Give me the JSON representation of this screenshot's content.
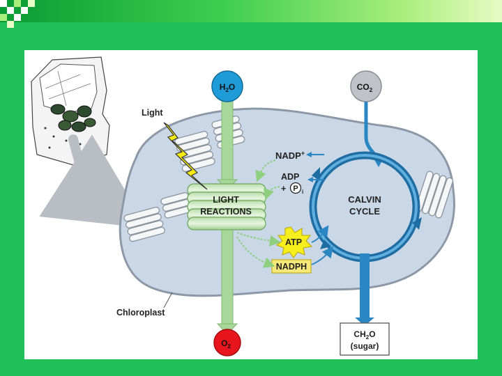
{
  "labels": {
    "light": "Light",
    "h2o_main": "H",
    "h2o_sub": "2",
    "h2o_tail": "O",
    "co2_main": "CO",
    "co2_sub": "2",
    "nadp": "NADP",
    "nadp_sup": "+",
    "adp": "ADP",
    "plus": "+",
    "p": "P",
    "p_sub": "i",
    "light_reactions_1": "LIGHT",
    "light_reactions_2": "REACTIONS",
    "calvin_1": "CALVIN",
    "calvin_2": "CYCLE",
    "atp": "ATP",
    "nadph": "NADPH",
    "chloroplast": "Chloroplast",
    "o2_main": "O",
    "o2_sub": "2",
    "ch2o_main": "CH",
    "ch2o_sub": "2",
    "ch2o_tail": "O",
    "sugar": "(sugar)"
  },
  "colors": {
    "background": "#1fbf5a",
    "panel": "#ffffff",
    "chloroplast_fill": "#cad7e6",
    "h2o_circle": "#1f9bd7",
    "co2_circle": "#bfc3c7",
    "o2_circle": "#e8161c",
    "calvin_ring": "#1f6ea3",
    "arrow_green": "#a7d89a",
    "arrow_blue": "#2b86c4",
    "atp_fill": "#f7ee1e",
    "nadph_fill": "#f7e87a",
    "lightning": "#f5ea12"
  }
}
